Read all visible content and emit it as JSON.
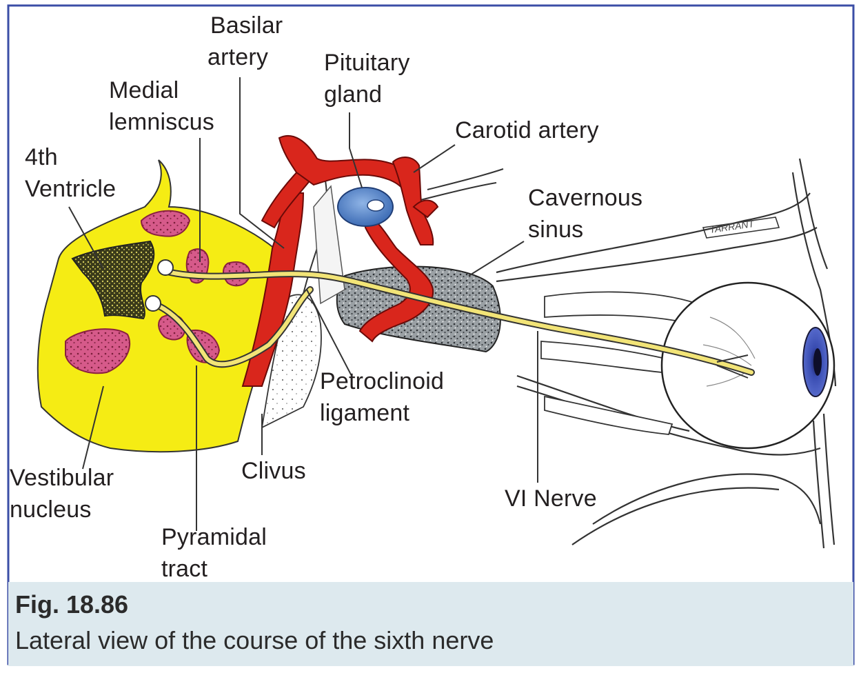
{
  "colors": {
    "brainstem": "#f5ec14",
    "artery": "#d9261c",
    "nerve": "#f2e477",
    "pituitary": "#4a7fc4",
    "iris": "#3c4fb0",
    "nucleus": "#d9558a",
    "caption_bg": "#dde9ee",
    "frame_border": "#3b4ea6"
  },
  "labels": {
    "basilar_artery": [
      "Basilar",
      "artery"
    ],
    "pituitary_gland": [
      "Pituitary",
      "gland"
    ],
    "medial_lemniscus": [
      "Medial",
      "lemniscus"
    ],
    "carotid_artery": [
      "Carotid artery"
    ],
    "fourth_ventricle": [
      "4th",
      "Ventricle"
    ],
    "cavernous_sinus": [
      "Cavernous",
      "sinus"
    ],
    "petroclinoid_ligament": [
      "Petroclinoid",
      "ligament"
    ],
    "clivus": [
      "Clivus"
    ],
    "vestibular_nucleus": [
      "Vestibular",
      "nucleus"
    ],
    "vi_nerve": [
      "VI Nerve"
    ],
    "pyramidal_tract": [
      "Pyramidal",
      "tract"
    ]
  },
  "signature": "TARRANT",
  "caption": {
    "number": "Fig. 18.86",
    "title": "Lateral view of the course of the sixth nerve"
  }
}
